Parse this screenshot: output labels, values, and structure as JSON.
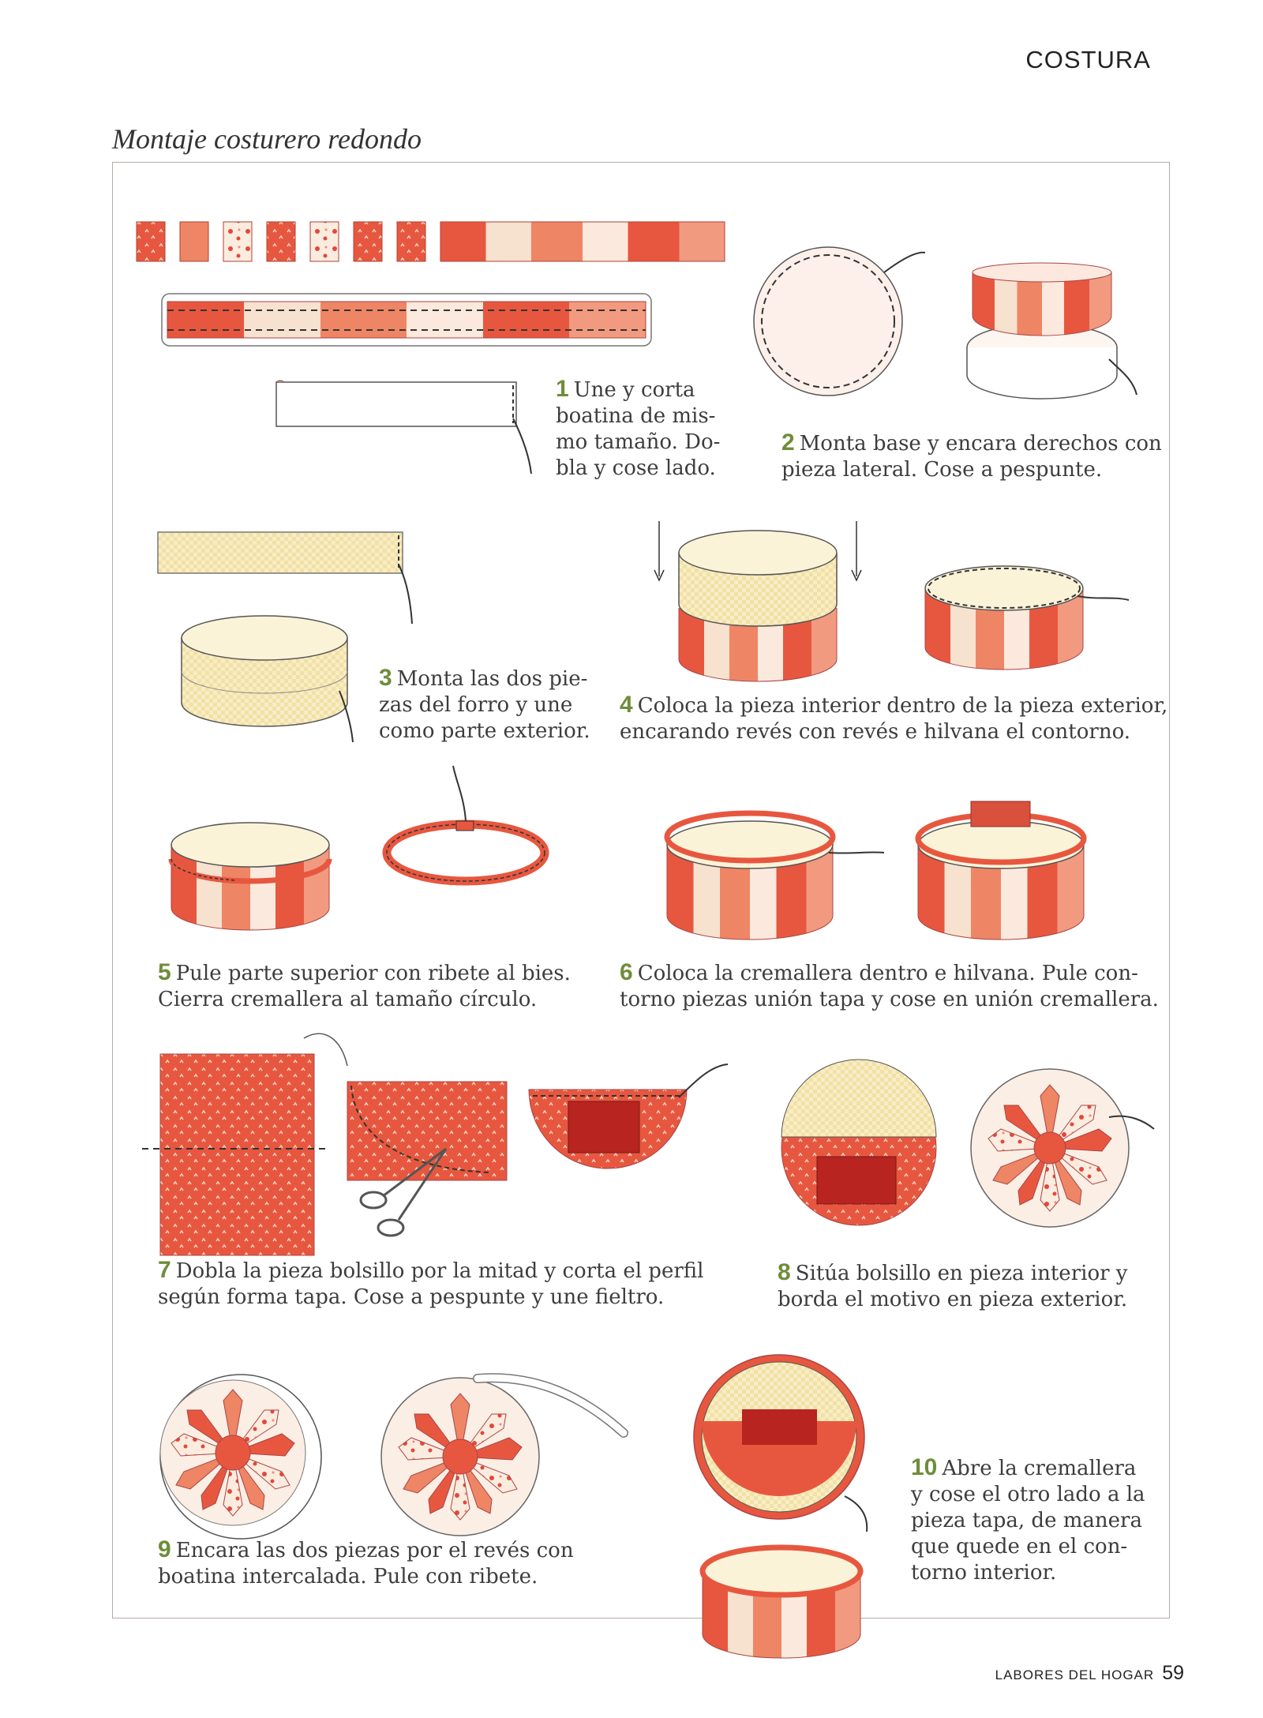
{
  "header": {
    "section": "COSTURA",
    "title": "Montaje costurero redondo"
  },
  "colors": {
    "red": "#e7573f",
    "salmon": "#ee8565",
    "cream": "#f7e8cc",
    "green_number": "#6e8d3a",
    "dark_red": "#b8241f",
    "frame": "#b5aca8"
  },
  "steps": [
    {
      "number": "1",
      "lines": [
        "Une y corta",
        "boatina de mis-",
        "mo tamaño. Do-",
        "bla y cose lado."
      ]
    },
    {
      "number": "2",
      "lines": [
        "Monta base y encara derechos con",
        "pieza lateral. Cose a pespunte."
      ]
    },
    {
      "number": "3",
      "lines": [
        "Monta las dos pie-",
        "zas del forro y une",
        "como parte exterior."
      ]
    },
    {
      "number": "4",
      "lines": [
        "Coloca la pieza interior dentro de la pieza exterior,",
        "encarando revés con revés e hilvana el contorno."
      ]
    },
    {
      "number": "5",
      "lines": [
        "Pule parte superior con ribete al bies.",
        "Cierra cremallera al tamaño círculo."
      ]
    },
    {
      "number": "6",
      "lines": [
        "Coloca la cremallera dentro e hilvana. Pule con-",
        "torno piezas unión tapa y cose en unión cremallera."
      ]
    },
    {
      "number": "7",
      "lines": [
        "Dobla la pieza bolsillo por la mitad y corta el perfil",
        "según forma tapa. Cose a pespunte y une fieltro."
      ]
    },
    {
      "number": "8",
      "lines": [
        "Sitúa bolsillo en pieza interior y",
        "borda el motivo en pieza exterior."
      ]
    },
    {
      "number": "9",
      "lines": [
        "Encara las dos piezas por el revés con",
        "boatina intercalada. Pule con ribete."
      ]
    },
    {
      "number": "10",
      "lines": [
        "Abre la cremallera",
        "y cose el otro lado a la",
        "pieza tapa, de manera",
        "que quede en el con-",
        "torno interior."
      ]
    }
  ],
  "illustrations": [
    {
      "icon": "patchwork-squares-icon"
    },
    {
      "icon": "patchwork-strip-icon"
    },
    {
      "icon": "batting-strip-icon"
    },
    {
      "icon": "round-base-icon"
    },
    {
      "icon": "side-assembly-icon"
    },
    {
      "icon": "lining-strip-icon"
    },
    {
      "icon": "lining-ring-icon"
    },
    {
      "icon": "insert-lining-icon"
    },
    {
      "icon": "basted-box-icon"
    },
    {
      "icon": "bias-binding-box-icon"
    },
    {
      "icon": "zipper-ring-icon"
    },
    {
      "icon": "zipper-box-icon"
    },
    {
      "icon": "zipper-tab-box-icon"
    },
    {
      "icon": "fabric-rectangle-icon"
    },
    {
      "icon": "folded-fabric-icon"
    },
    {
      "icon": "scissors-icon"
    },
    {
      "icon": "pocket-half-circle-icon"
    },
    {
      "icon": "pocket-circle-icon"
    },
    {
      "icon": "dresden-plate-icon"
    },
    {
      "icon": "dresden-bound-icon"
    },
    {
      "icon": "dresden-binding-icon"
    },
    {
      "icon": "finished-box-icon"
    }
  ],
  "footer": {
    "magazine": "LABORES DEL HOGAR",
    "page": "59"
  }
}
